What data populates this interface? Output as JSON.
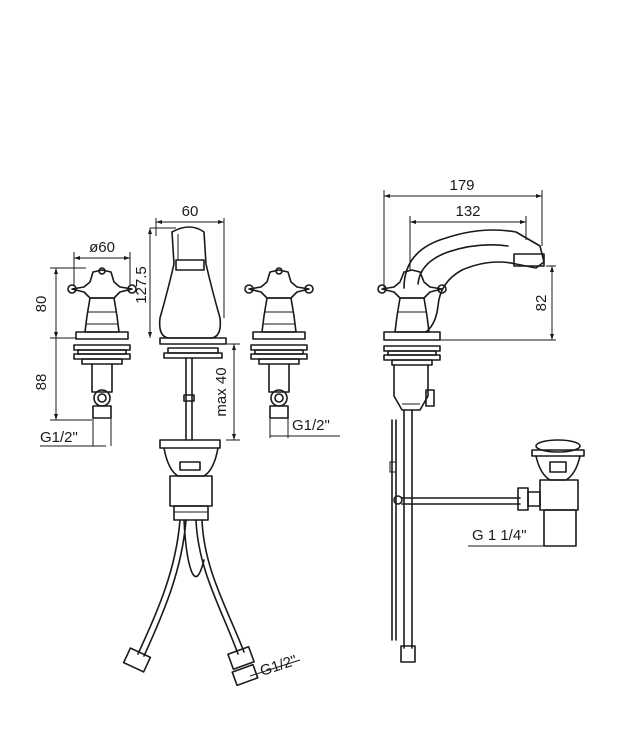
{
  "drawing": {
    "dimensions": {
      "left_handle_diameter": "ø60",
      "left_handle_height": "80",
      "left_shank_length": "88",
      "left_thread": "G1/2\"",
      "spout_width": "60",
      "spout_height": "127.5",
      "deck_thickness": "max 40",
      "right_thread": "G1/2\"",
      "hose_thread": "G1/2\"",
      "side_overall_reach": "179",
      "side_spout_reach": "132",
      "side_spout_height": "82",
      "waste_thread": "G 1 1/4\""
    }
  }
}
